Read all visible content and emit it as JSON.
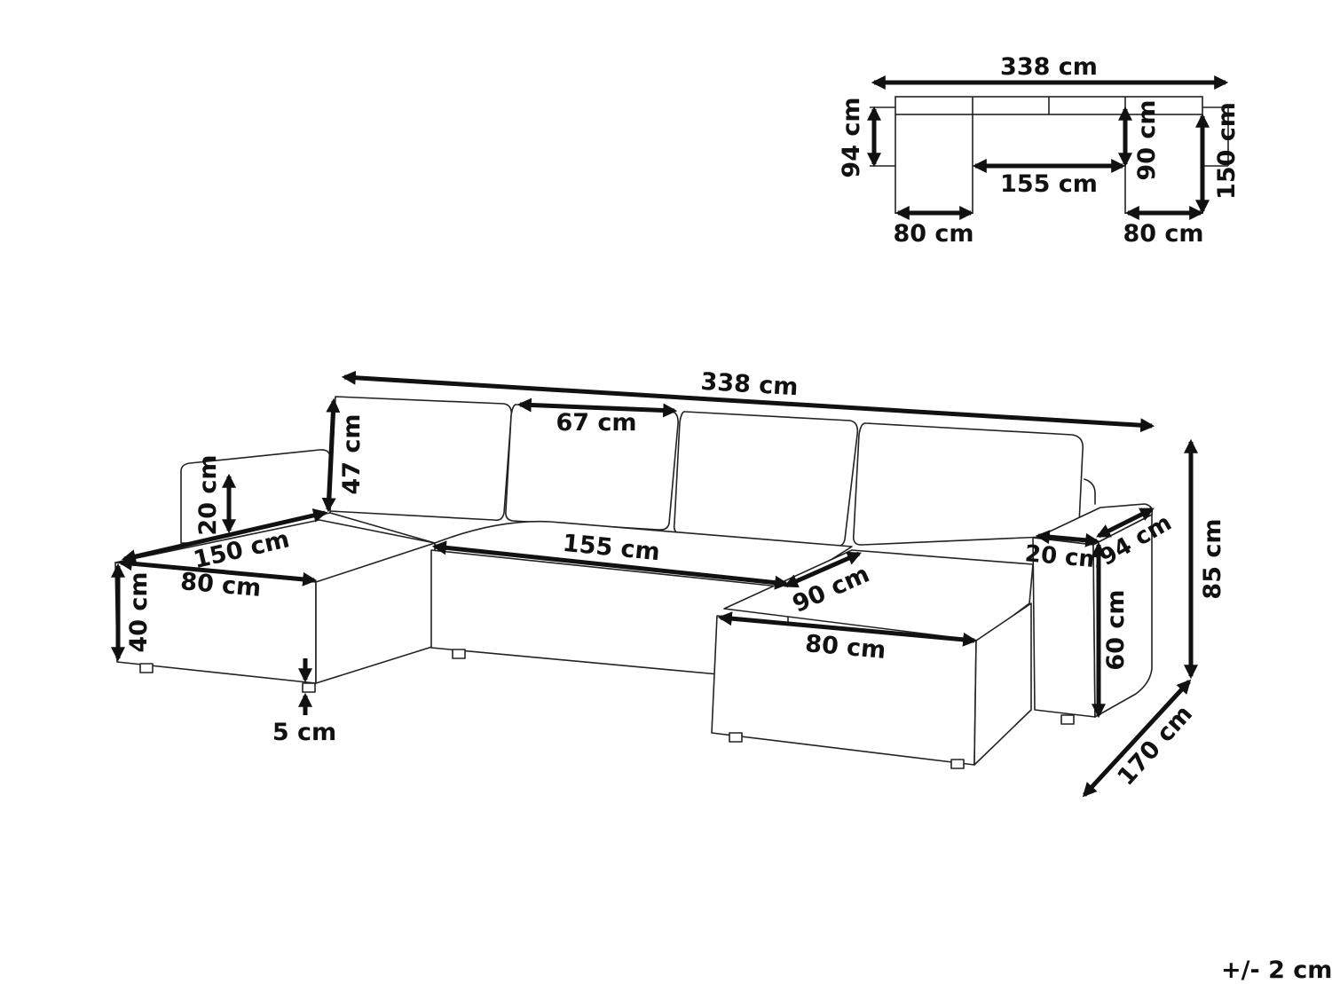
{
  "top_view": {
    "width_label": "338 cm",
    "left_depth_label": "94 cm",
    "middle_width_label": "155 cm",
    "right_inner_depth_label": "90 cm",
    "right_depth_label": "150 cm",
    "left_chaise_width_label": "80 cm",
    "right_chaise_width_label": "80 cm"
  },
  "perspective_view": {
    "total_width_label": "338 cm",
    "cushion_width_label": "67 cm",
    "back_height_label": "47 cm",
    "arm_height_label": "20 cm",
    "chaise_length_label": "150 cm",
    "chaise_width_left_label": "80 cm",
    "seat_height_label": "40 cm",
    "leg_height_label": "5 cm",
    "middle_seat_width_label": "155 cm",
    "right_seat_depth_label": "90 cm",
    "right_chaise_width_label": "80 cm",
    "right_arm_width_label": "20 cm",
    "right_arm_depth_label": "94 cm",
    "right_arm_height_label": "60 cm",
    "total_height_label": "85 cm",
    "total_depth_label": "170 cm"
  },
  "tolerance": "+/- 2 cm"
}
